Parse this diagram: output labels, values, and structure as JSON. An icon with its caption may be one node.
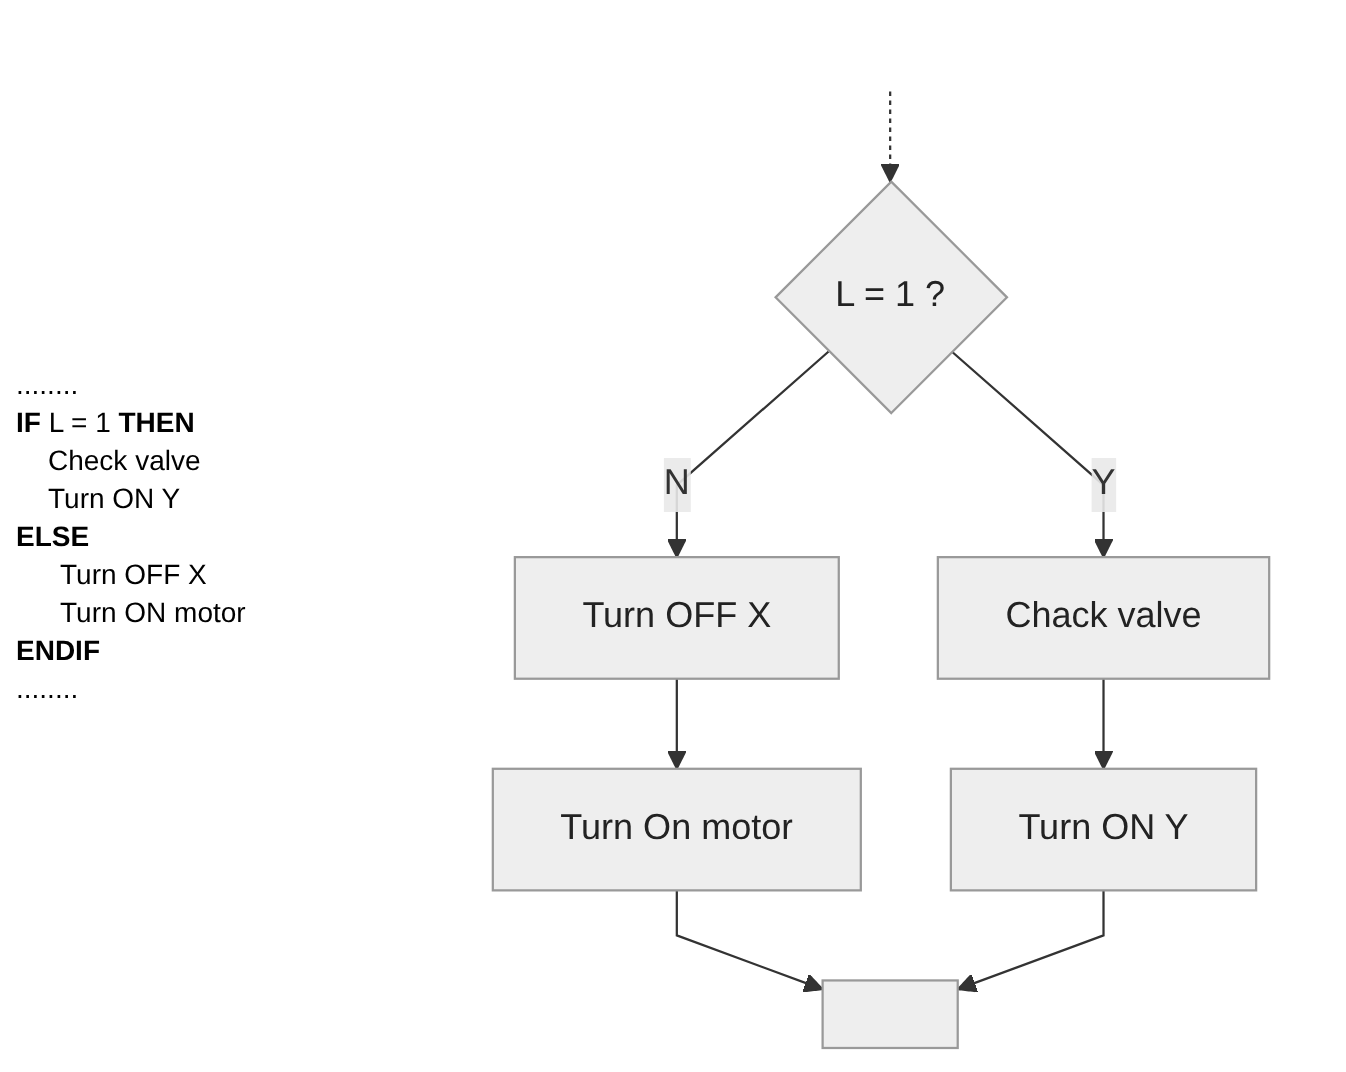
{
  "diagram": {
    "nodes": [
      {
        "text": [
          "L = 1 ?"
        ]
      },
      {
        "text": [
          "Chack valve"
        ]
      },
      {
        "text": [
          "Turn OFF X"
        ]
      },
      {
        "text": [
          "Turn ON Y"
        ]
      },
      {
        "text": [
          "Turn On motor"
        ]
      },
      {
        "text": [],
        "shape": "box"
      }
    ],
    "edges": [
      {
        "from": null,
        "to": 0,
        "arrow": "to",
        "style": "dashed"
      },
      {
        "from": 0,
        "to": 1,
        "arrow": "to",
        "label": "Y"
      },
      {
        "from": 0,
        "to": 2,
        "arrow": "to",
        "label": "N"
      },
      {
        "from": 1,
        "to": 3,
        "arrow": "to"
      },
      {
        "from": 2,
        "to": 4,
        "arrow": "to"
      },
      {
        "from": 4,
        "to": 5,
        "arrow": "to"
      },
      {
        "from": 3,
        "to": 5,
        "arrow": "to"
      }
    ],
    "labels": [
      "........",
      "**IF** L = 1 **THEN**",
      "Check valve",
      "Turn ON Y",
      "**ELSE**",
      "Turn OFF X",
      "Turn ON motor",
      "**ENDIF**",
      "........"
    ]
  }
}
